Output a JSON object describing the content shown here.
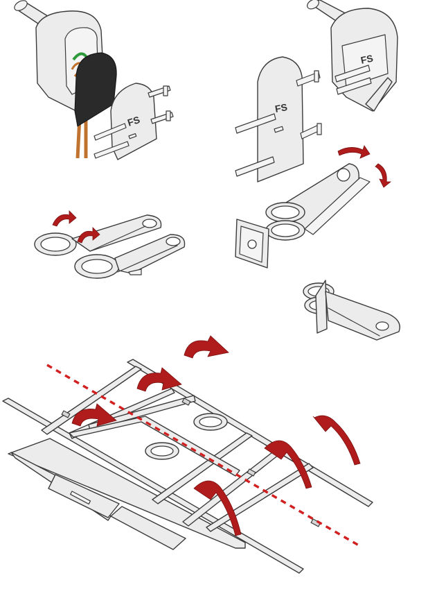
{
  "parts": {
    "plate_marking": "FS",
    "plate_marking_top_right": "FS",
    "plate_marking_mid": "FS"
  },
  "colors": {
    "arrow": "#b01c1c",
    "fold_line": "#d21f1f",
    "part_fill": "#ececec",
    "outline": "#3a3a3a",
    "gasket": "#2a2a2a",
    "wire_copper": "#c0732f",
    "wire_green": "#2f9a3c"
  },
  "icons": [
    "curved-fold-arrow",
    "fold-line",
    "cable-gland",
    "gasket"
  ]
}
